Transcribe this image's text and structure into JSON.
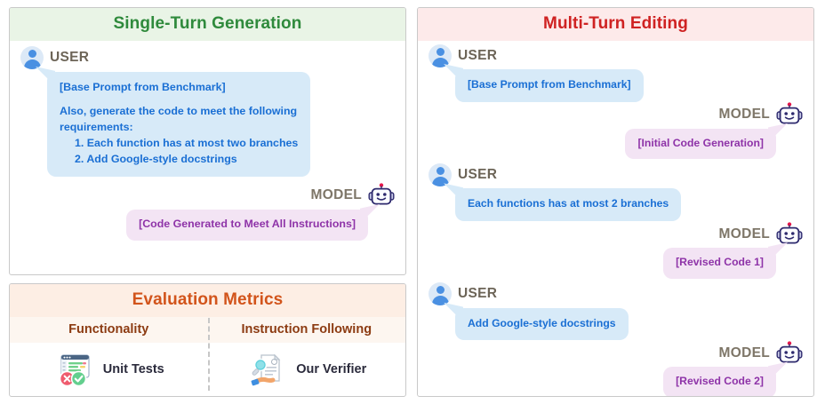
{
  "left": {
    "single_turn": {
      "title": "Single-Turn Generation",
      "user_label": "USER",
      "model_label": "MODEL",
      "user_bubble": {
        "line1": "[Base Prompt from Benchmark]",
        "line2": "Also, generate the code to meet the following",
        "line3": "requirements:",
        "line4": "1. Each function has at most two branches",
        "line5": "2. Add Google-style docstrings"
      },
      "model_bubble": "[Code Generated to Meet All Instructions]"
    },
    "evaluation": {
      "title": "Evaluation Metrics",
      "columns": [
        {
          "header": "Functionality",
          "label": "Unit Tests",
          "icon": "unit-tests-icon"
        },
        {
          "header": "Instruction Following",
          "label": "Our Verifier",
          "icon": "verifier-icon"
        }
      ]
    }
  },
  "right": {
    "multi_turn": {
      "title": "Multi-Turn Editing",
      "user_label": "USER",
      "model_label": "MODEL",
      "turns": [
        {
          "user": "[Base Prompt from Benchmark]",
          "model": "[Initial Code Generation]"
        },
        {
          "user": "Each functions has at most 2 branches",
          "model": "[Revised Code 1]"
        },
        {
          "user": "Add Google-style docstrings",
          "model": "[Revised Code 2]"
        }
      ]
    }
  },
  "colors": {
    "green_header_bg": "#e9f4e6",
    "green_header_text": "#2f8a3c",
    "pink_header_bg": "#fdeaea",
    "pink_header_text": "#cf2222",
    "peach_header_bg": "#fdeee4",
    "peach_header_text": "#d2541b",
    "user_bubble_bg": "#d7eaf8",
    "user_bubble_text": "#1a6fd4",
    "model_bubble_bg": "#f3e4f4",
    "model_bubble_text": "#8e33a8",
    "role_label": "#7e7668"
  }
}
